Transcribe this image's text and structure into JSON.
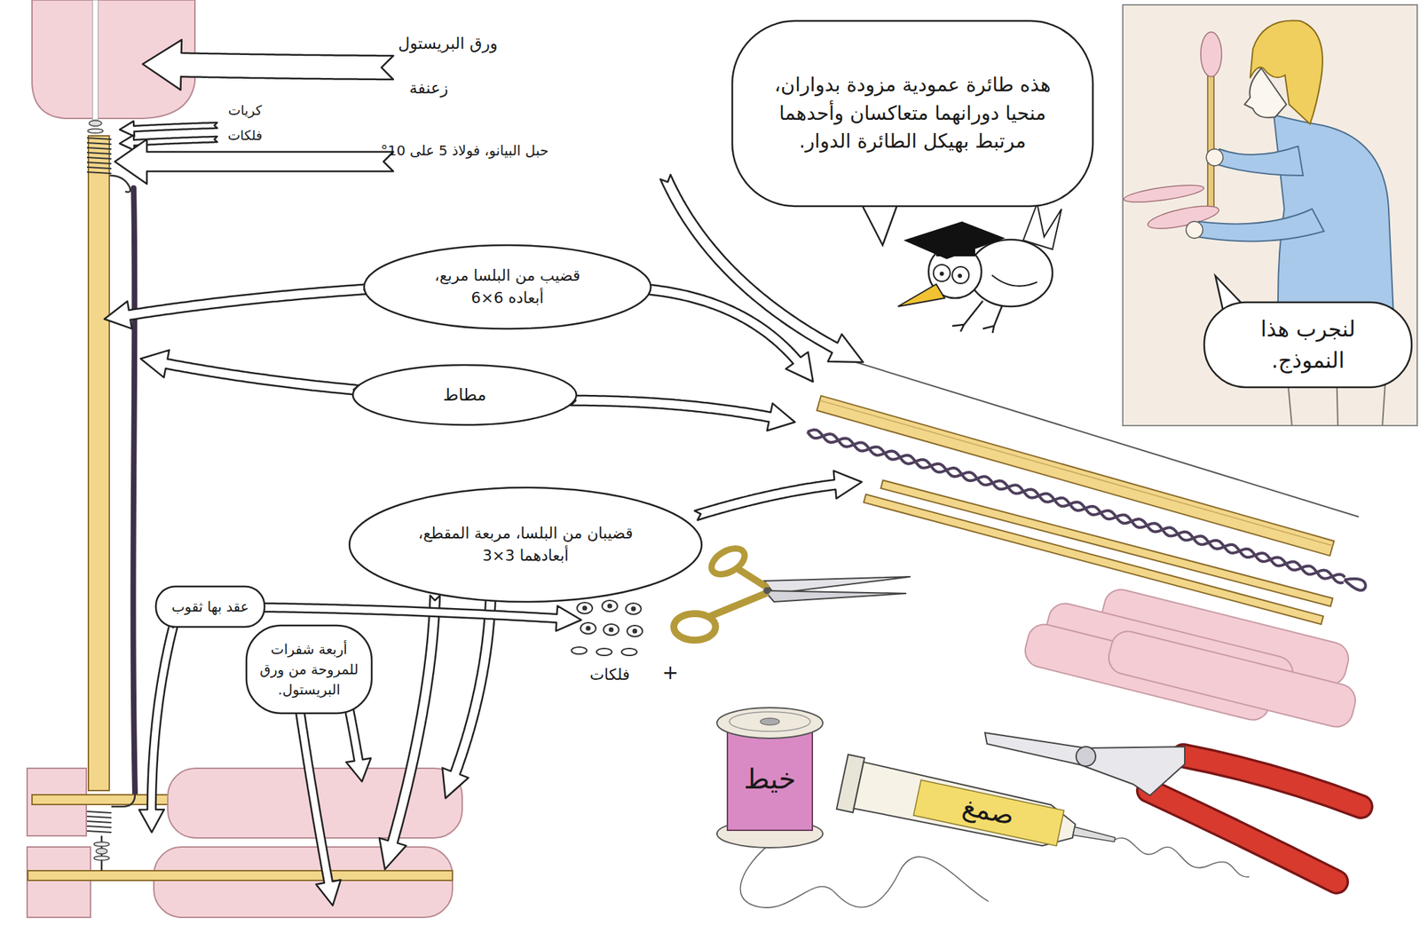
{
  "diagram": {
    "nodes": [
      {
        "text": [
          "هذه طائرة عمودية مزودة بدواران، منحيا دورانهما متعاكسان وأحدهما مرتبط بهيكل الطائرة الدوار."
        ]
      },
      {
        "text": [
          "لنجرب هذا النموذج."
        ]
      },
      {
        "text": [
          "قضيب من البلسا مربع، أبعاده 6×6"
        ]
      },
      {
        "text": [
          "مطاط"
        ]
      },
      {
        "text": [
          "قضيبان من البلسا، مربعة المقطع، أبعادهما 3×3"
        ]
      },
      {
        "text": [
          "عقد بها ثقوب"
        ]
      },
      {
        "text": [
          "أربعة شفرات للمروحة من ورق البريستول."
        ]
      }
    ],
    "labels": [
      "ورق البريستول",
      "زعنفة",
      "كريات",
      "فلكات",
      "حبل البيانو، فولاذ 5 على 10°",
      "فلكات",
      "+",
      "خيط",
      "صمغ"
    ]
  }
}
